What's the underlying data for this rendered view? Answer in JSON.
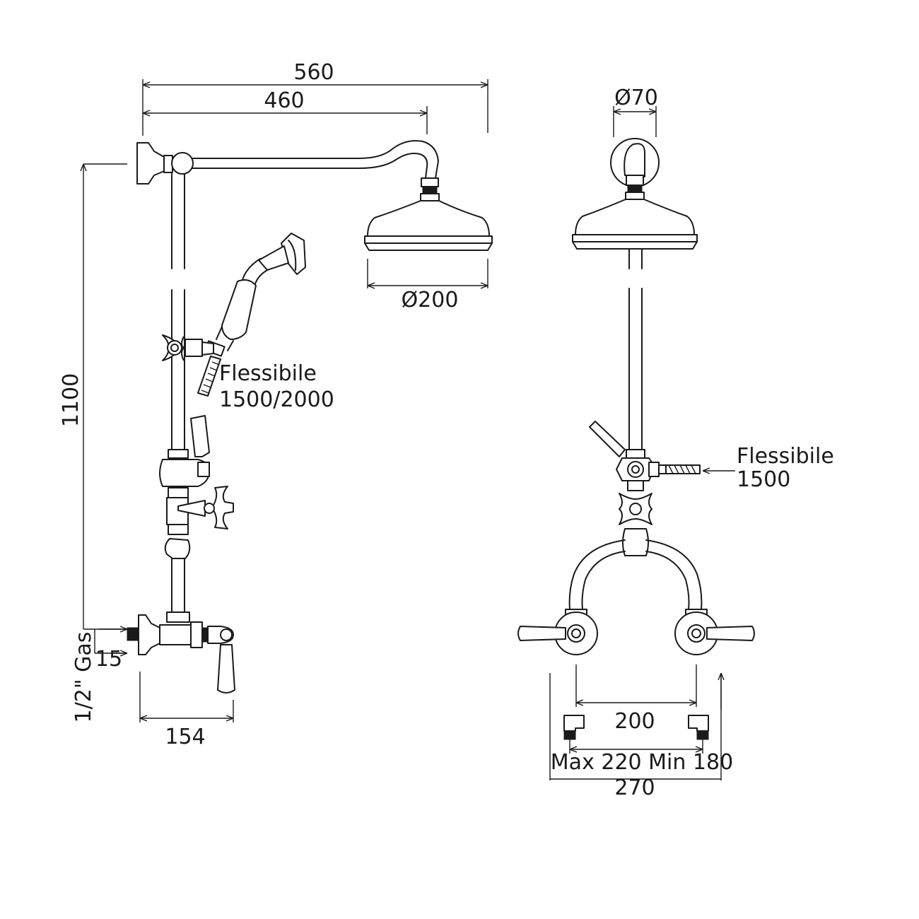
{
  "dimensions": {
    "overall_width": "560",
    "arm_length": "460",
    "flange_diameter": "Ø70",
    "head_diameter": "Ø200",
    "height": "1100",
    "hose_label": "Flessibile",
    "hose_length_handset": "1500/2000",
    "hose_length_side": "1500",
    "inlet_offset": "15",
    "inlet_thread": "1/2\" Gas",
    "mixer_depth": "154",
    "inlet_centres": "200",
    "adjustable_range": "Max 220 Min 180",
    "total_width": "270"
  }
}
